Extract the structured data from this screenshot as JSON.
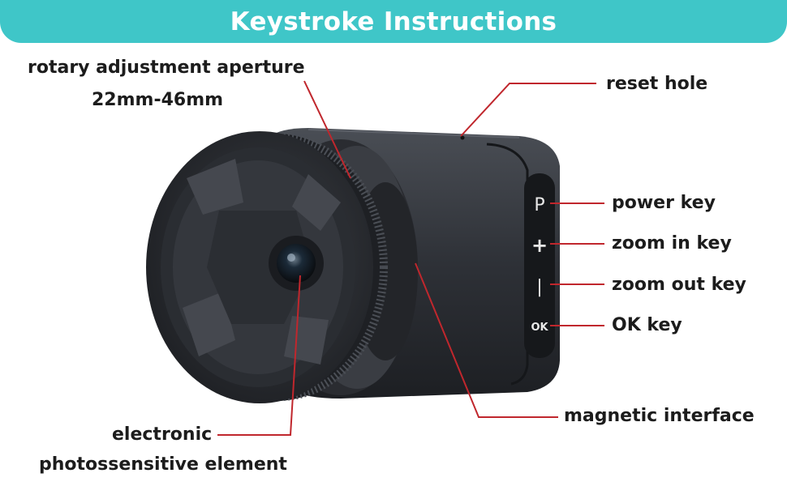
{
  "header": {
    "title": "Keystroke Instructions"
  },
  "labels": {
    "aperture_line1": "rotary adjustment aperture",
    "aperture_line2": "22mm-46mm",
    "reset_hole": "reset hole",
    "power_key": "power key",
    "zoom_in_key": "zoom in key",
    "zoom_out_key": "zoom out key",
    "ok_key": "OK key",
    "magnetic_interface": "magnetic interface",
    "sensor_line1": "electronic",
    "sensor_line2": "photossensitive element"
  },
  "buttons": {
    "power": "P",
    "zoom_in": "+",
    "zoom_out": "|",
    "ok": "OK"
  },
  "colors": {
    "banner": "#3fc6c8",
    "leader_line": "#c0272d",
    "body": "#2b2e33",
    "text": "#1c1c1c"
  },
  "icons": [
    "camera-device-illustration"
  ]
}
